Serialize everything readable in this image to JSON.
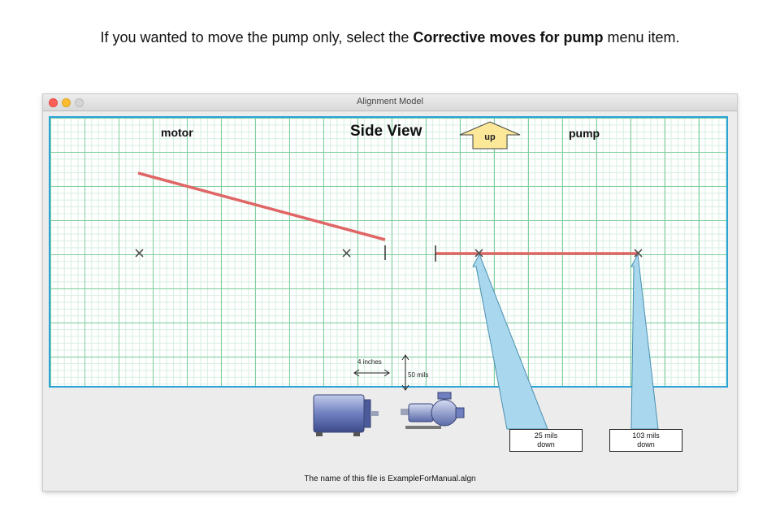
{
  "caption": {
    "prefix": "If you wanted to move the pump only, select the ",
    "bold": "Corrective moves for pump",
    "suffix": " menu item."
  },
  "window": {
    "title": "Alignment Model"
  },
  "diagram": {
    "motor_label": "motor",
    "pump_label": "pump",
    "view_title": "Side View",
    "up_button_label": "up",
    "scale_horizontal": "4 inches",
    "scale_vertical": "50 mils"
  },
  "callouts": [
    {
      "line1": "25 mils",
      "line2": "down"
    },
    {
      "line1": "103 mils",
      "line2": "down"
    }
  ],
  "footer": {
    "file_text": "The name of this file is ExampleForManual.algn"
  },
  "colors": {
    "grid_border": "#2aa3d6",
    "grid_major": "#7fcf9f",
    "shaft_line": "#e06666",
    "callout_fill": "#a9d8ee",
    "up_arrow_fill": "#fde89a"
  }
}
